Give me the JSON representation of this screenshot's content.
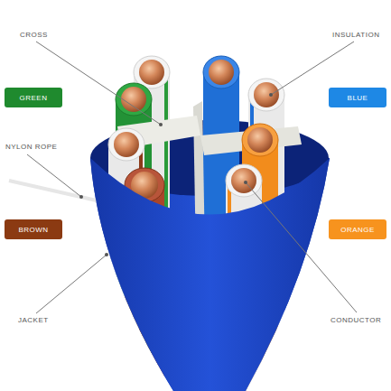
{
  "diagram": {
    "nodes": [
      {
        "text": [
          "GREEN"
        ]
      },
      {
        "text": [
          "BLUE"
        ]
      },
      {
        "text": [
          "BROWN"
        ]
      },
      {
        "text": [
          "ORANGE"
        ]
      }
    ],
    "labels": [
      "CROSS",
      "INSULATION",
      "NYLON ROPE",
      "JACKET",
      "CONDUCTOR"
    ]
  }
}
